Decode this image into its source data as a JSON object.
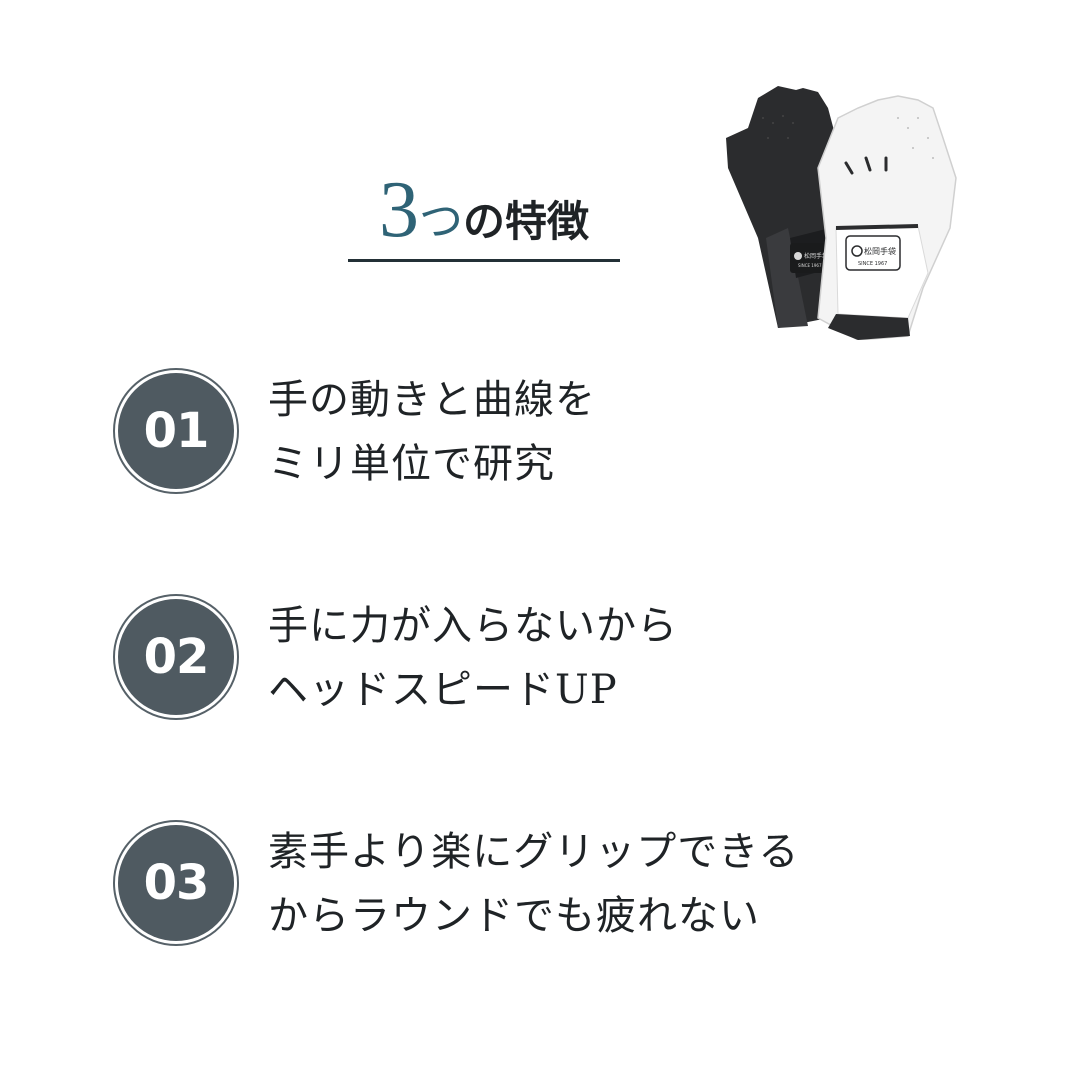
{
  "heading": {
    "number": "3",
    "tsu": "つ",
    "rest": "の特徴"
  },
  "product_image": {
    "logo_text": "松岡手袋",
    "logo_subtext": "SINCE 1967"
  },
  "features": [
    {
      "number": "01",
      "line1": "手の動きと曲線を",
      "line2": "ミリ単位で研究"
    },
    {
      "number": "02",
      "line1": "手に力が入らないから",
      "line2": "ヘッドスピードUP"
    },
    {
      "number": "03",
      "line1": "素手より楽にグリップできる",
      "line2": "からラウンドでも疲れない"
    }
  ],
  "colors": {
    "accent": "#2f6376",
    "badge": "#4f5a61",
    "text": "#1f2326"
  }
}
